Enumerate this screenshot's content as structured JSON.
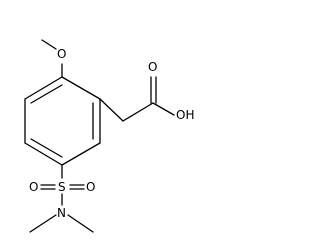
{
  "molecule": {
    "atoms": {
      "o_methoxy": "O",
      "o_carbonyl": "O",
      "oh": "OH",
      "s": "S",
      "o_sulfonyl_left": "O",
      "o_sulfonyl_right": "O",
      "n": "N"
    }
  }
}
